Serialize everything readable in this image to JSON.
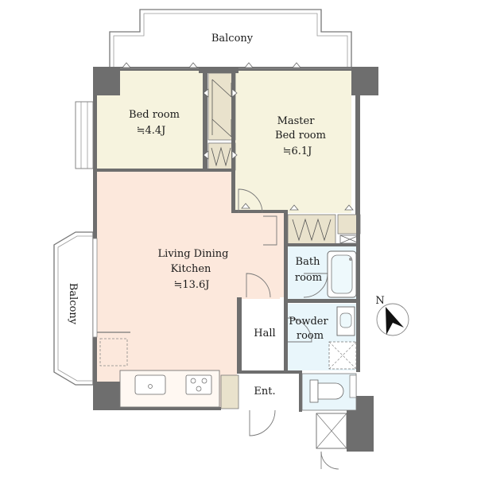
{
  "rooms": {
    "balcony_top": {
      "name": "Balcony"
    },
    "balcony_left": {
      "name": "Balcony"
    },
    "bedroom": {
      "name": "Bed room",
      "size": "≒4.4J"
    },
    "master": {
      "name_line1": "Master",
      "name_line2": "Bed room",
      "size": "≒6.1J"
    },
    "ldk": {
      "name_line1": "Living Dining",
      "name_line2": "Kitchen",
      "size": "≒13.6J"
    },
    "bath": {
      "name_line1": "Bath",
      "name_line2": "room"
    },
    "powder": {
      "name_line1": "Powder",
      "name_line2": "room"
    },
    "hall": {
      "name": "Hall"
    },
    "entrance": {
      "name": "Ent."
    }
  },
  "compass": {
    "label": "N"
  },
  "colors": {
    "wall": "#6e6e6e",
    "bedroom_fill": "#f6f3de",
    "ldk_fill": "#fce8dc",
    "wet_fill": "#e9f6fb",
    "storage_fill": "#e9e2cc"
  }
}
